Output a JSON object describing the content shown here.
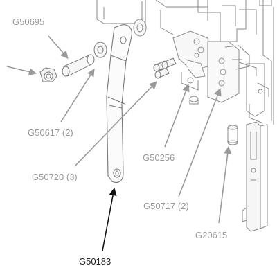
{
  "diagram": {
    "labels": {
      "g50695": "G50695",
      "g50617": "G50617 (2)",
      "g50720": "G50720 (3)",
      "g50256": "G50256",
      "g50717": "G50717 (2)",
      "g20615": "G20615",
      "g50183": "G50183"
    },
    "colors": {
      "line": "#8a8a8a",
      "leader": "#9a9a9a",
      "focus_leader": "#111111",
      "fill_light": "#f2f2f2"
    }
  }
}
